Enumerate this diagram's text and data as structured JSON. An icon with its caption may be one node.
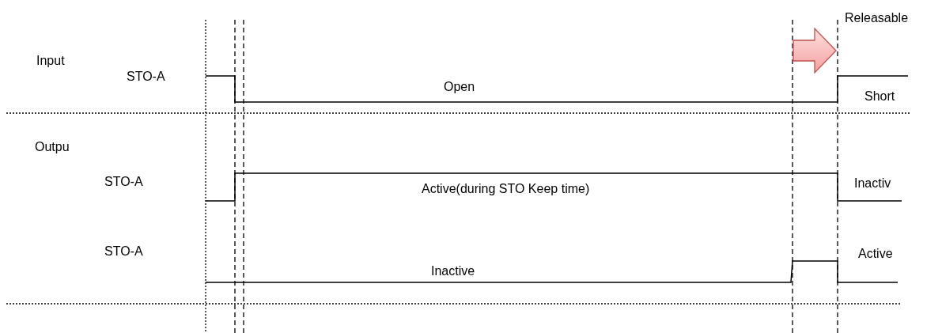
{
  "diagram": {
    "labels": [
      "Releasable",
      "Input",
      "STO-A",
      "Open",
      "Short",
      "Outpu",
      "STO-A",
      "Active(during STO Keep time)",
      "Inactiv",
      "STO-A",
      "Active",
      "Inactive"
    ]
  }
}
